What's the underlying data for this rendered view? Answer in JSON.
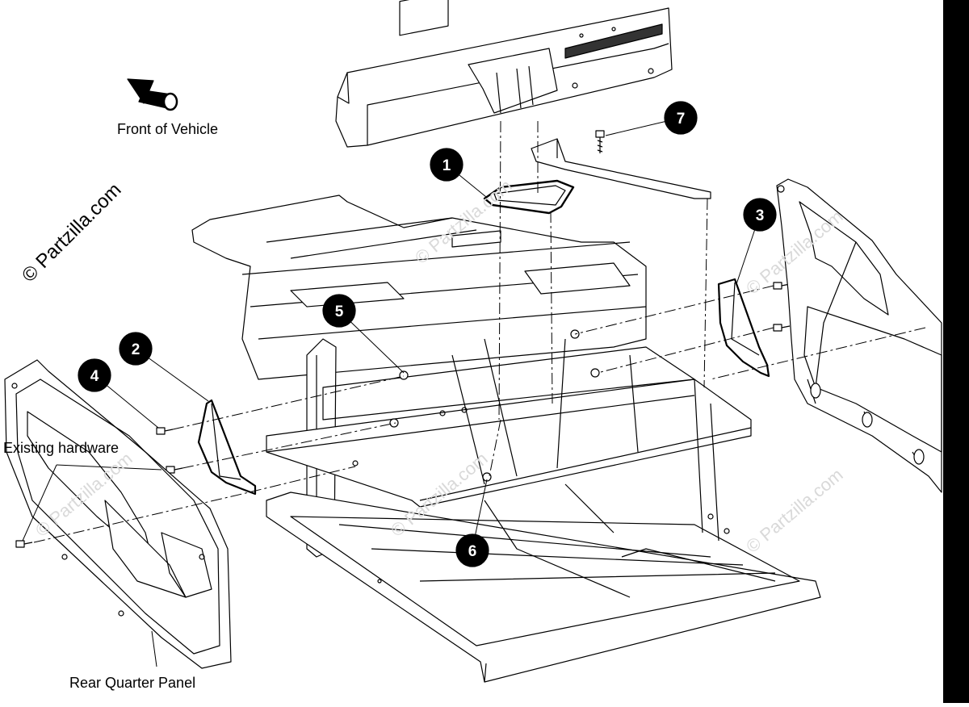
{
  "labels": {
    "front_of_vehicle": "Front of Vehicle",
    "existing_hardware": "Existing hardware",
    "rear_quarter_panel": "Rear Quarter Panel"
  },
  "watermark": {
    "main": "© Partzilla.com",
    "faint": "© Partzilla.com"
  },
  "callouts": [
    "1",
    "2",
    "3",
    "4",
    "5",
    "6",
    "7"
  ],
  "colors": {
    "ink": "#000000",
    "watermark": "#d9d9d9",
    "background": "#ffffff"
  }
}
